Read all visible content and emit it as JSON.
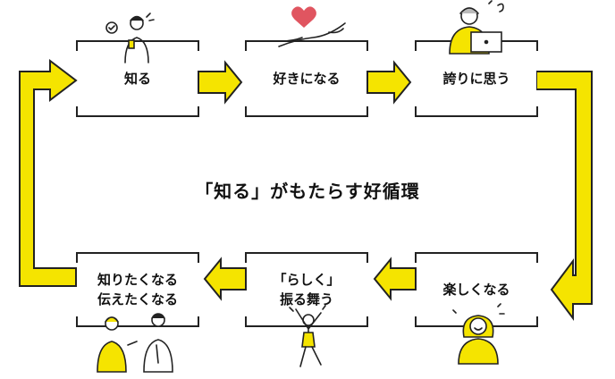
{
  "accent_color": "#F5E400",
  "outline_color": "#222222",
  "center_title": "「知る」がもたらす好循環",
  "steps": [
    {
      "lines": [
        "知る"
      ],
      "icon": "person-with-phone-icon"
    },
    {
      "lines": [
        "好きになる"
      ],
      "icon": "hand-with-heart-icon"
    },
    {
      "lines": [
        "誇りに思う"
      ],
      "icon": "man-with-laptop-icon"
    },
    {
      "lines": [
        "楽しくなる"
      ],
      "icon": "happy-woman-icon"
    },
    {
      "lines": [
        "「らしく」",
        "振る舞う"
      ],
      "icon": "dancing-person-icon"
    },
    {
      "lines": [
        "知りたくなる",
        "伝えたくなる"
      ],
      "icon": "two-people-talking-icon"
    }
  ]
}
